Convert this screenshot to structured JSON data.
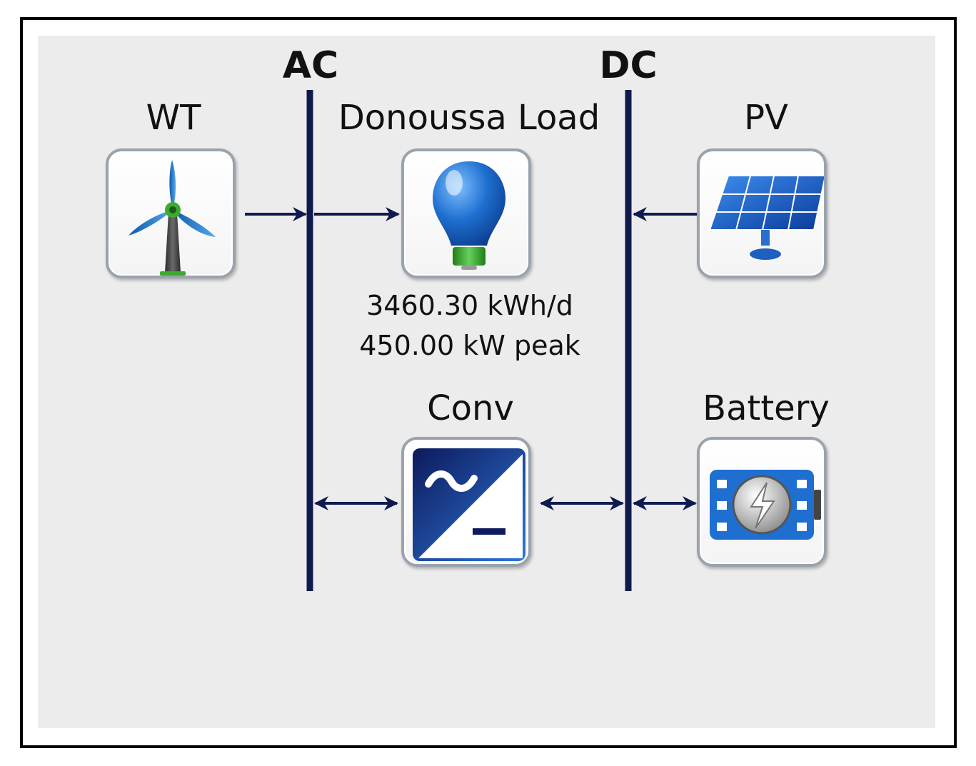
{
  "buses": {
    "ac_label": "AC",
    "dc_label": "DC"
  },
  "components": {
    "wt": {
      "label": "WT",
      "icon": "wind-turbine-icon"
    },
    "load": {
      "label": "Donoussa Load",
      "icon": "light-bulb-icon",
      "daily_energy": "3460.30 kWh/d",
      "peak_power": "450.00 kW peak"
    },
    "pv": {
      "label": "PV",
      "icon": "solar-panel-icon"
    },
    "conv": {
      "label": "Conv",
      "icon": "converter-icon"
    },
    "battery": {
      "label": "Battery",
      "icon": "battery-icon"
    }
  },
  "colors": {
    "bus_line": "#0f1a4f",
    "panel_background": "#ececec",
    "icon_blue": "#1e6fd0",
    "icon_green": "#3caa2e"
  }
}
